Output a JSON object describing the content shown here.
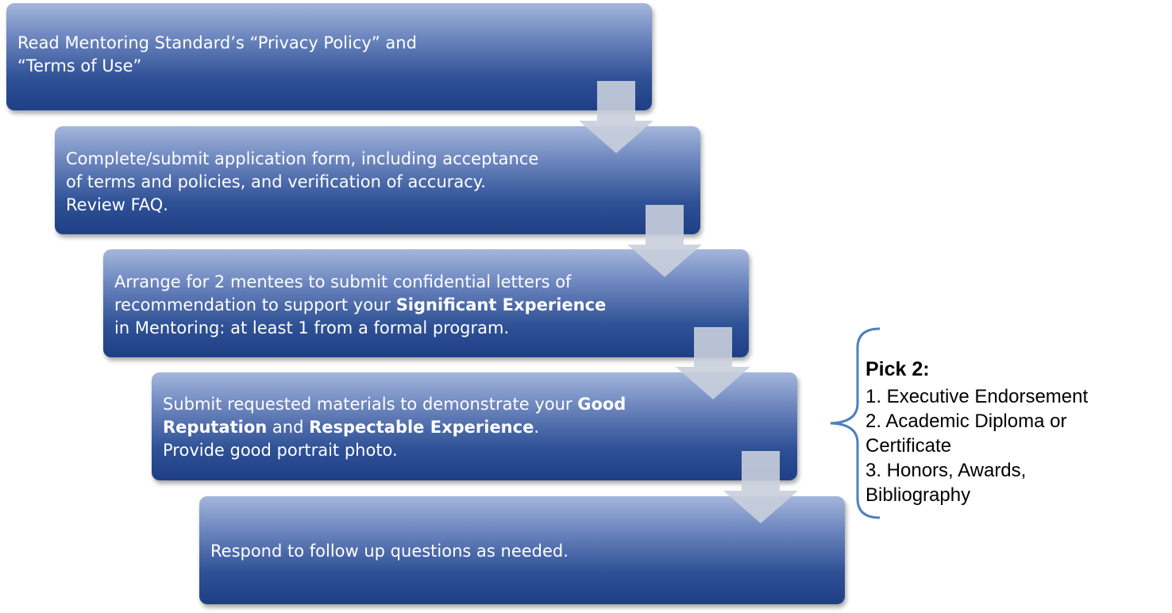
{
  "steps": [
    {
      "lines": [
        [
          {
            "t": "Read Mentoring Standard’s “Privacy Policy” and",
            "b": false
          }
        ],
        [
          {
            "t": "“Terms of Use”",
            "b": false
          }
        ]
      ]
    },
    {
      "lines": [
        [
          {
            "t": "Complete/submit application form, including acceptance",
            "b": false
          }
        ],
        [
          {
            "t": "of terms and policies, and verification of accuracy.",
            "b": false
          }
        ],
        [
          {
            "t": "Review FAQ.",
            "b": false
          }
        ]
      ]
    },
    {
      "lines": [
        [
          {
            "t": "Arrange for 2 mentees to submit confidential letters of",
            "b": false
          }
        ],
        [
          {
            "t": "recommendation to support your ",
            "b": false
          },
          {
            "t": "Significant Experience",
            "b": true
          }
        ],
        [
          {
            "t": "in Mentoring: at least 1 from a formal program.",
            "b": false
          }
        ]
      ]
    },
    {
      "lines": [
        [
          {
            "t": "Submit requested materials to demonstrate your ",
            "b": false
          },
          {
            "t": "Good",
            "b": true
          }
        ],
        [
          {
            "t": "Reputation",
            "b": true
          },
          {
            "t": " and ",
            "b": false
          },
          {
            "t": "Respectable Experience",
            "b": true
          },
          {
            "t": ".",
            "b": false
          }
        ],
        [
          {
            "t": "Provide good portrait photo.",
            "b": false
          }
        ]
      ]
    },
    {
      "lines": [
        [
          {
            "t": "Respond to follow up questions as needed.",
            "b": false
          }
        ]
      ]
    }
  ],
  "side_note": {
    "heading": "Pick 2:",
    "items": [
      "1. Executive Endorsement",
      "2. Academic Diploma or",
      "Certificate",
      "3. Honors, Awards,",
      "Bibliography"
    ]
  },
  "colors": {
    "box_top": "#a4b6db",
    "box_bottom": "#1f3f85",
    "arrow": "#c9cfdc",
    "brace": "#4f7fbf",
    "text_on_box": "#ffffff"
  }
}
